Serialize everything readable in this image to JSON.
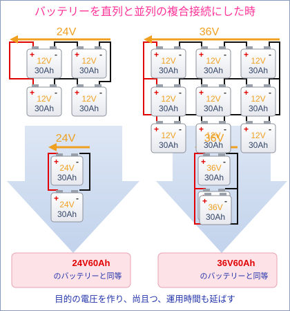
{
  "title": "バッテリーを直列と並列の複合接続にした時",
  "footer": "目的の電圧を作り、尚且つ、運用時間も延ばす",
  "colors": {
    "title": "#ff3399",
    "voltage_arrow": "#f0a020",
    "wire_positive": "#e00000",
    "wire_negative": "#111111",
    "result_bg": "#fde2e8",
    "result_text": "#e00000",
    "note_text": "#2233aa",
    "big_arrow": "#cfdcf0"
  },
  "battery": {
    "voltage": "12V",
    "capacity": "30Ah",
    "plus": "+",
    "minus": "-"
  },
  "left": {
    "top_voltage": "24V",
    "mid_voltage": "24V",
    "equiv_battery": {
      "voltage": "24V",
      "capacity": "30Ah"
    },
    "result": {
      "battery_voltage": "24V",
      "battery_capacity": "60Ah",
      "label": "24V60Ah",
      "note": "のバッテリーと同等"
    }
  },
  "right": {
    "top_voltage": "36V",
    "mid_voltage": "36V",
    "equiv_battery": {
      "voltage": "36V",
      "capacity": "30Ah"
    },
    "result": {
      "battery_voltage": "36V",
      "battery_capacity": "60Ah",
      "label": "36V60Ah",
      "note": "のバッテリーと同等"
    }
  },
  "icons": [
    "battery-icon",
    "voltage-arrow-icon",
    "down-arrow-icon"
  ]
}
